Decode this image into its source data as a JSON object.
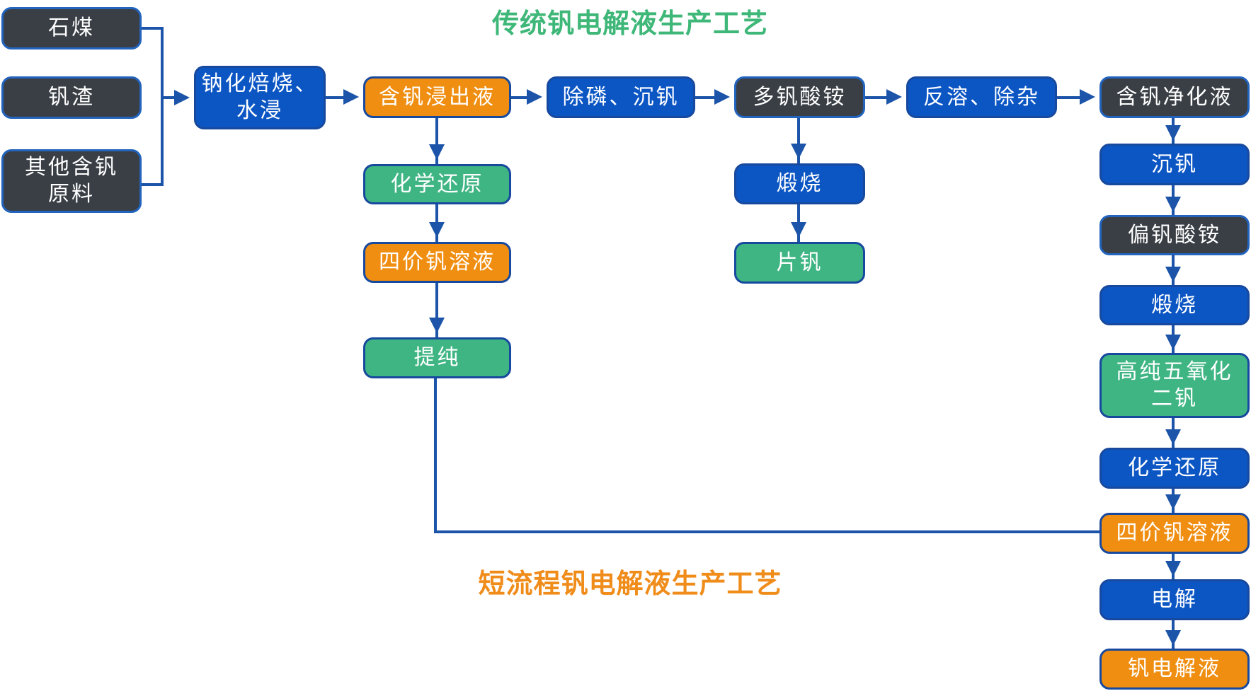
{
  "titles": {
    "traditional": "传统钒电解液生产工艺",
    "short_process": "短流程钒电解液生产工艺"
  },
  "palette": {
    "blue": "#0C56C4",
    "dark": "#3A3F46",
    "green": "#3FB583",
    "orange": "#EF8E11",
    "line": "#1B54A8",
    "border_navy": "#17499E",
    "border_bright": "#2264BE",
    "title_green": "#3EB778",
    "title_orange": "#F08C1A",
    "text": "#FFFFFF"
  },
  "nodes": {
    "shimei": {
      "label": "石煤",
      "color": "dark"
    },
    "fanzha": {
      "label": "钒渣",
      "color": "dark"
    },
    "qita": {
      "label": "其他含钒\n原料",
      "color": "dark"
    },
    "roast": {
      "label": "钠化焙烧、\n水浸",
      "color": "blue"
    },
    "leach": {
      "label": "含钒浸出液",
      "color": "orange"
    },
    "dephos": {
      "label": "除磷、沉钒",
      "color": "blue"
    },
    "poly": {
      "label": "多钒酸铵",
      "color": "dark"
    },
    "redissolve": {
      "label": "反溶、除杂",
      "color": "blue"
    },
    "purified": {
      "label": "含钒净化液",
      "color": "dark"
    },
    "chem_red_mid": {
      "label": "化学还原",
      "color": "green"
    },
    "v4_mid": {
      "label": "四价钒溶液",
      "color": "orange"
    },
    "purify": {
      "label": "提纯",
      "color": "green"
    },
    "calcine_mid": {
      "label": "煅烧",
      "color": "blue"
    },
    "flake": {
      "label": "片钒",
      "color": "green"
    },
    "precip": {
      "label": "沉钒",
      "color": "blue"
    },
    "ammonium_meta": {
      "label": "偏钒酸铵",
      "color": "dark"
    },
    "calcine_right": {
      "label": "煅烧",
      "color": "blue"
    },
    "v2o5": {
      "label": "高纯五氧化\n二钒",
      "color": "green"
    },
    "chem_red_right": {
      "label": "化学还原",
      "color": "blue"
    },
    "v4_right": {
      "label": "四价钒溶液",
      "color": "orange"
    },
    "electrolysis": {
      "label": "电解",
      "color": "blue"
    },
    "electrolyte": {
      "label": "钒电解液",
      "color": "orange"
    }
  }
}
